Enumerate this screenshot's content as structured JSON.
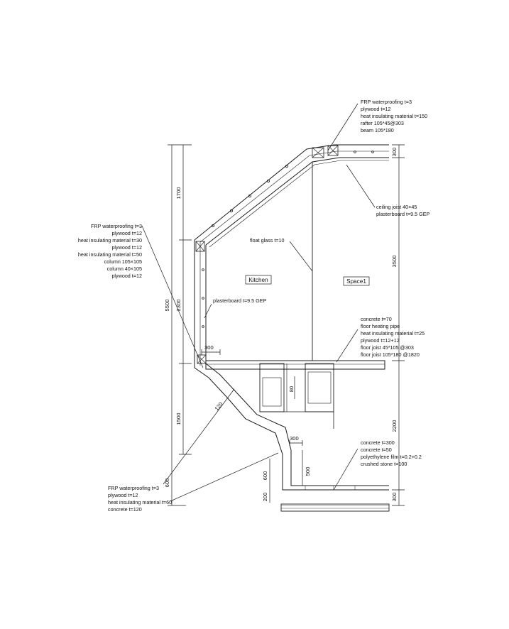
{
  "rooms": {
    "kitchen": "Kitchen",
    "space1": "Space1"
  },
  "labels": {
    "roof": [
      "FRP waterproofing t=3",
      "plywood t=12",
      "heat insulating material  t=150",
      "rafter 105*45@303",
      "beam 105*180"
    ],
    "ceiling": [
      "ceiling joist 40×45",
      "plasterboard t=9.5 GEP"
    ],
    "glass": "float glass t=10",
    "wall": [
      "FRP waterproofing t=3",
      "plywood t=12",
      "heat insulating material  t=30",
      "plywood t=12",
      "heat insulating material  t=50",
      "column 105×105",
      "column  40×105",
      "plywood t=12"
    ],
    "plaster": "plasterboard t=9.5 GEP",
    "floor": [
      "concrete t=70",
      "floor heating pipe",
      "heat insulating material  t=25",
      "plywood t=12+12",
      "floor joist 45*105 @303",
      "floor joist 105*180 @1820"
    ],
    "ground": [
      "concrete t=300",
      "concrete t=50",
      "polyethylene film t=0.2+0.2",
      "crushed stone t=100"
    ],
    "base": [
      "FRP waterproofing t=3",
      "plywood t=12",
      "heat insulating material t=60",
      "concrete t=120"
    ]
  },
  "dimensions": {
    "left_total": "5500",
    "left_1700": "1700",
    "left_2300": "2300",
    "left_1500": "1500",
    "left_600": "600",
    "right_300_top": "300",
    "right_3500": "3500",
    "right_2200": "2200",
    "right_300_bottom": "300",
    "wall_300": "300",
    "slope_120": "120",
    "floor_80": "80",
    "step_300": "300",
    "step_500": "500",
    "step_600": "600",
    "step_200": "200"
  }
}
